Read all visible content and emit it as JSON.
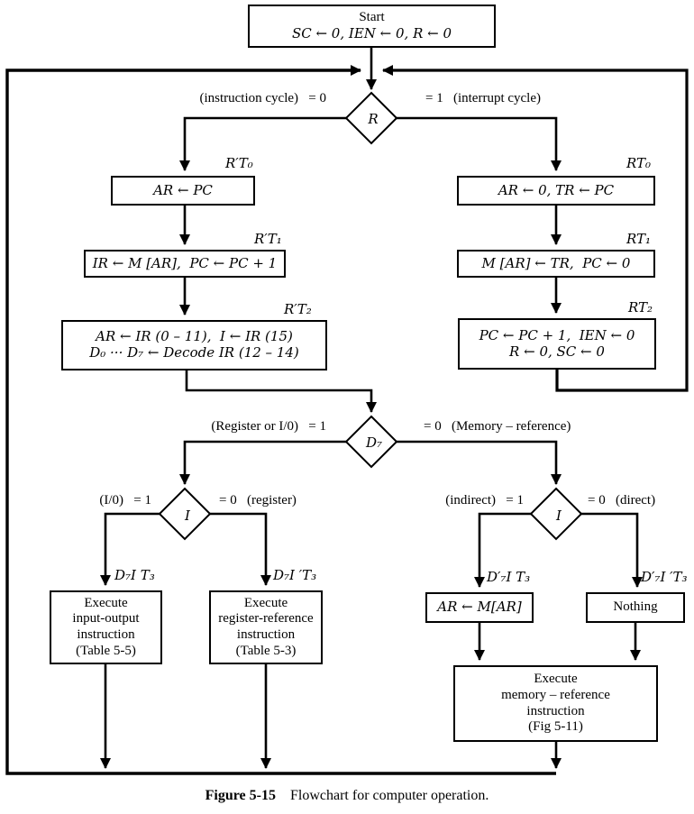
{
  "figure": {
    "caption_label": "Figure 5-15",
    "caption_text": "Flowchart for computer operation."
  },
  "start_box": {
    "title": "Start",
    "action": "SC ← 0, IEN ← 0, R ← 0"
  },
  "decision_r": {
    "symbol": "R",
    "left_label": "(instruction cycle)   = 0",
    "right_label": "= 1   (interrupt cycle)"
  },
  "instruction_cycle": {
    "t0_signal": "R′T₀",
    "t0_action": "AR ← PC",
    "t1_signal": "R′T₁",
    "t1_action": "IR ← M [AR],  PC ← PC + 1",
    "t2_signal": "R′T₂",
    "t2_action_line1": "AR ← IR (0 – 11),  I ← IR (15)",
    "t2_action_line2": "D₀ ··· D₇ ← Decode IR (12 – 14)"
  },
  "interrupt_cycle": {
    "t0_signal": "RT₀",
    "t0_action": "AR ← 0, TR ← PC",
    "t1_signal": "RT₁",
    "t1_action": "M [AR] ← TR,  PC ← 0",
    "t2_signal": "RT₂",
    "t2_action_line1": "PC ← PC + 1,  IEN ← 0",
    "t2_action_line2": "R ← 0, SC ← 0"
  },
  "decision_d7": {
    "symbol": "D₇",
    "left_label": "(Register or I/0)   = 1",
    "right_label": "= 0   (Memory – reference)"
  },
  "decision_i_left": {
    "symbol": "I",
    "left_label": "(I/0)   = 1",
    "right_label": "= 0   (register)"
  },
  "decision_i_right": {
    "symbol": "I",
    "left_label": "(indirect)   = 1",
    "right_label": "= 0   (direct)"
  },
  "execute_io": {
    "signal": "D₇I T₃",
    "lines": [
      "Execute",
      "input-output",
      "instruction",
      "(Table 5-5)"
    ]
  },
  "execute_register": {
    "signal": "D₇I ′T₃",
    "lines": [
      "Execute",
      "register-reference",
      "instruction",
      "(Table 5-3)"
    ]
  },
  "indirect_box": {
    "signal": "D′₇I T₃",
    "action": "AR ← M[AR]"
  },
  "direct_box": {
    "signal": "D′₇I ′T₃",
    "action": "Nothing"
  },
  "execute_memory": {
    "lines": [
      "Execute",
      "memory – reference",
      "instruction",
      "(Fig 5-11)"
    ]
  }
}
